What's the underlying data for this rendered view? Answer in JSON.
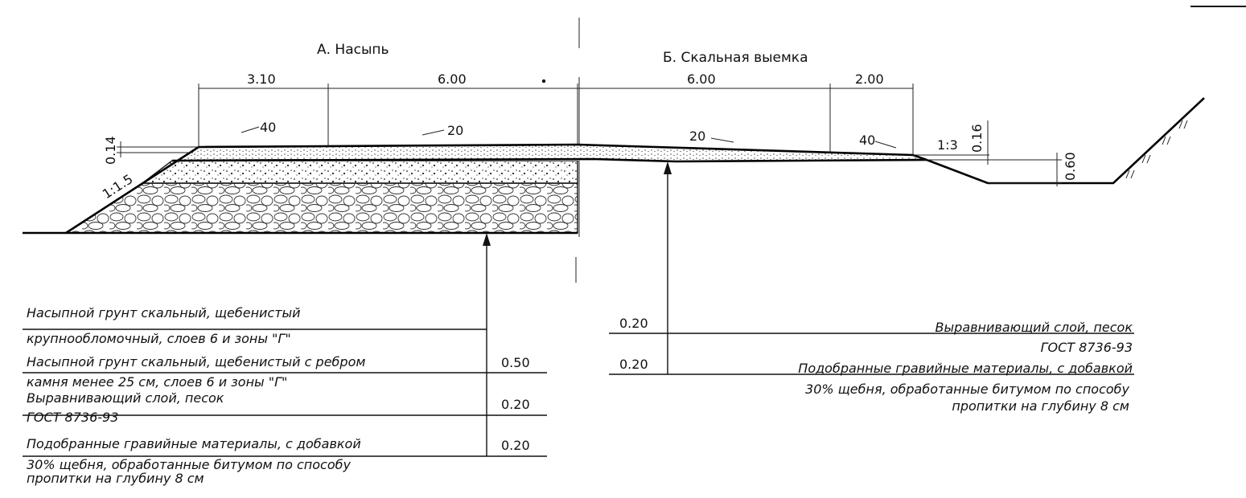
{
  "titles": {
    "left": "А. Насыпь",
    "right": "Б. Скальная выемка"
  },
  "dimensions": {
    "d1": "3.10",
    "d2": "6.00",
    "d3": "6.00",
    "d4": "2.00",
    "h1": "0.14",
    "h2": "0.16",
    "h3": "0.60"
  },
  "slopes": {
    "s1": "40",
    "s2": "20",
    "s3": "20",
    "s4": "40",
    "side_left": "1:1.5",
    "side_right": "1:3"
  },
  "left_legend": {
    "layer1_line1": "Насыпной грунт скальный, щебенистый",
    "layer1_line2": "крупнообломочный, слоев 6 и зоны \"Г\"",
    "layer2_line1": "Насыпной грунт скальный, щебенистый с ребром",
    "layer2_line2": "камня менее 25 см, слоев 6 и зоны \"Г\"",
    "layer2_thickness": "0.50",
    "layer3_line1": "Выравнивающий слой, песок",
    "layer3_line2": "ГОСТ 8736-93",
    "layer3_thickness": "0.20",
    "layer4_line1": "Подобранные гравийные материалы, с добавкой",
    "layer4_line2": "30% щебня, обработанные битумом по способу",
    "layer4_line3": "пропитки на глубину 8 см",
    "layer4_thickness": "0.20"
  },
  "right_legend": {
    "layer1_thickness": "0.20",
    "layer1_line1": "Выравнивающий слой, песок",
    "layer1_line2": "ГОСТ 8736-93",
    "layer2_thickness": "0.20",
    "layer2_line1": "Подобранные гравийные материалы, с добавкой",
    "layer2_line2": "30% щебня, обработанные битумом по способу",
    "layer2_line3": "пропитки на глубину 8 см"
  }
}
